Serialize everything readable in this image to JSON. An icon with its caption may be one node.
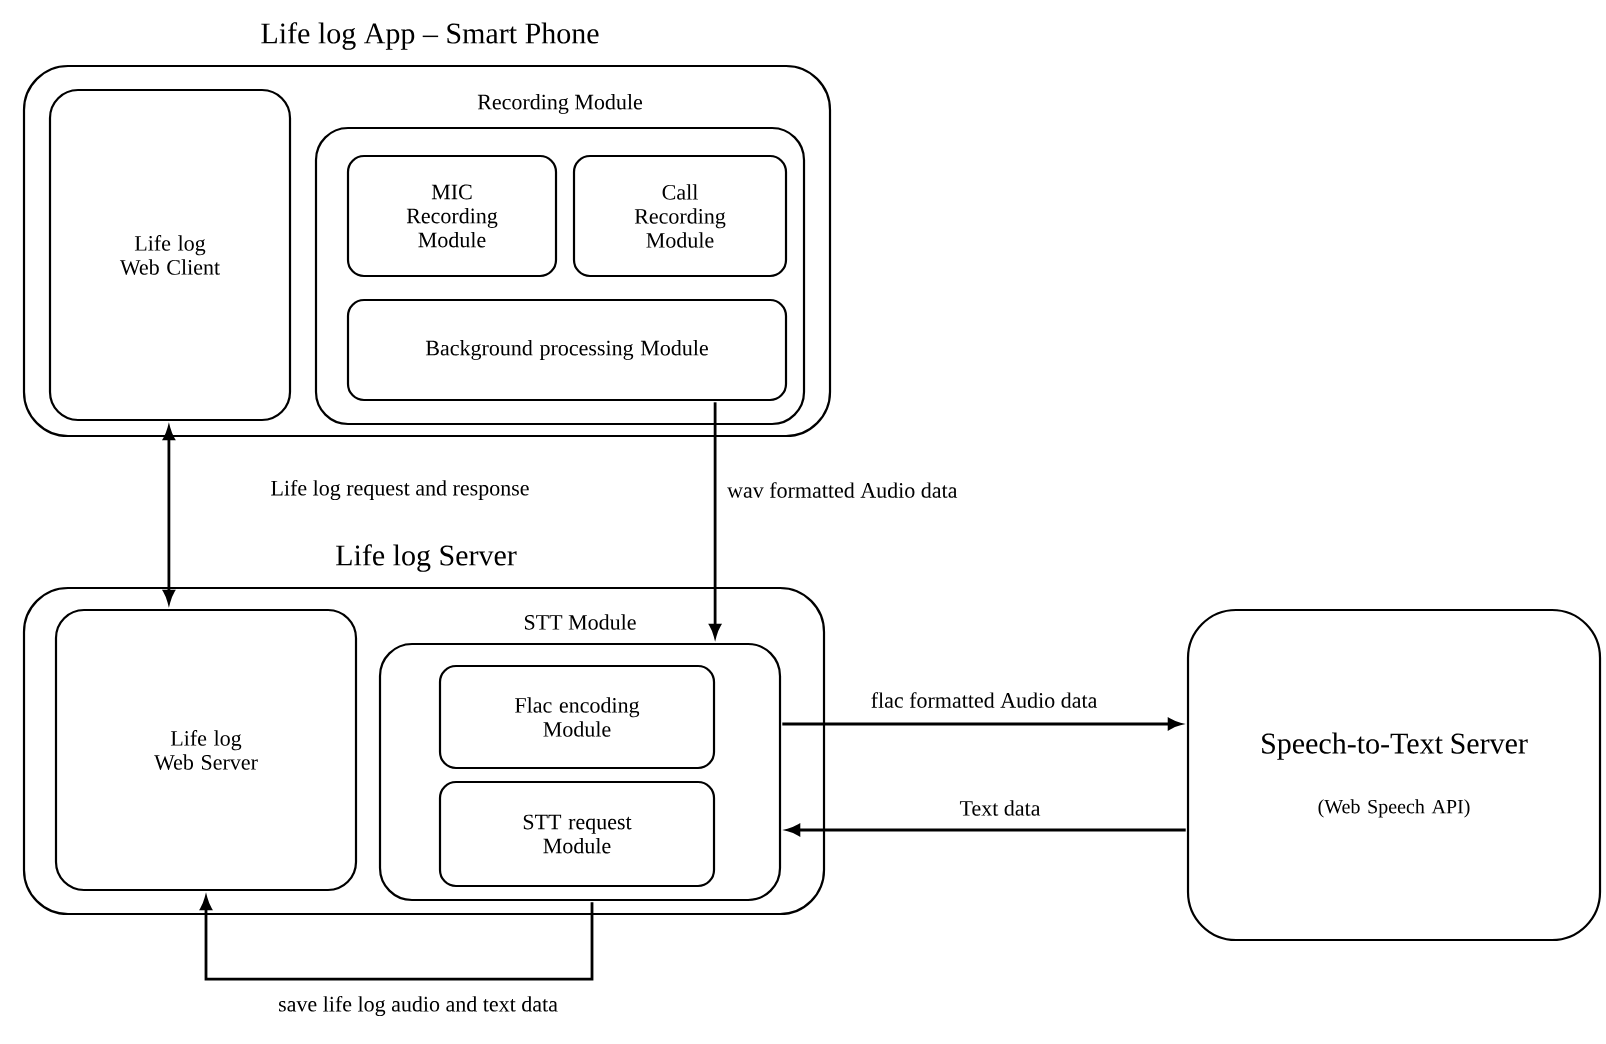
{
  "diagram": {
    "nodes": [
      {
        "text": [
          "Life log App – Smart Phone"
        ]
      },
      {
        "text": [
          "Life log Web Client"
        ],
        "in": 0
      },
      {
        "text": [
          "Recording Module"
        ],
        "in": 0
      },
      {
        "text": [
          "MIC Recording Module"
        ],
        "in": 2
      },
      {
        "text": [
          "Call Recording Module"
        ],
        "in": 2
      },
      {
        "text": [
          "Background processing Module"
        ],
        "in": 2
      },
      {
        "text": [
          "Life log Server"
        ]
      },
      {
        "text": [
          "Life log Web Server"
        ],
        "in": 6
      },
      {
        "text": [
          "STT Module"
        ],
        "in": 6
      },
      {
        "text": [
          "Flac encoding Module"
        ],
        "in": 8
      },
      {
        "text": [
          "STT request Module"
        ],
        "in": 8
      },
      {
        "text": [
          "Speech-to-Text Server",
          "(Web Speech API)"
        ]
      }
    ],
    "edges": [
      {
        "from": 1,
        "to": 7,
        "arrow": "both",
        "label": "Life log request and response"
      },
      {
        "from": 5,
        "to": 8,
        "arrow": "to",
        "label": "wav formatted Audio data"
      },
      {
        "from": 8,
        "to": 11,
        "arrow": "to",
        "label": "flac formatted Audio data"
      },
      {
        "from": 11,
        "to": 8,
        "arrow": "to",
        "label": "Text data"
      },
      {
        "from": 8,
        "to": 7,
        "arrow": "to",
        "label": "save life log audio and text data"
      }
    ]
  }
}
